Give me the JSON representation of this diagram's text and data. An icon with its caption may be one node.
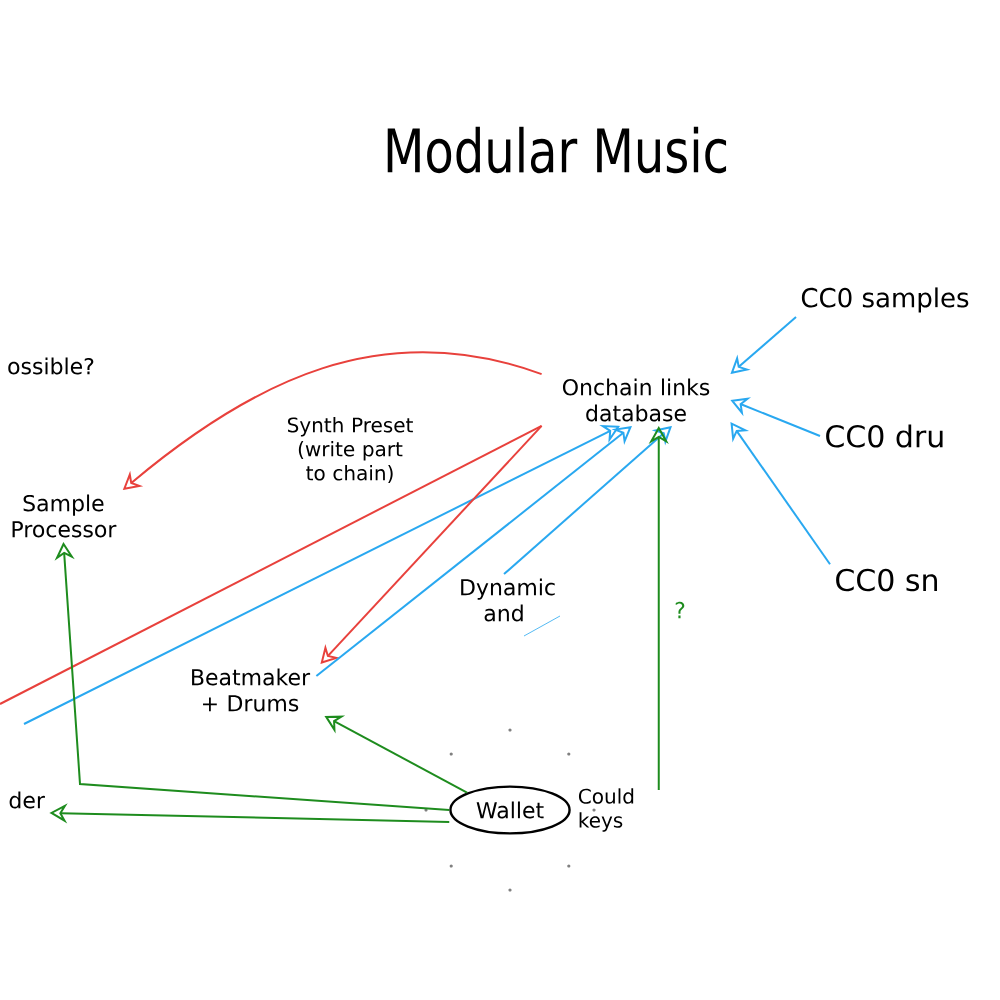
{
  "diagram": {
    "title": "Modular Music",
    "nodes": [
      {
        "text": [
          "Onchain links database"
        ]
      },
      {
        "text": [
          "CC0 samples"
        ]
      },
      {
        "text": [
          "Sample Processor"
        ]
      },
      {
        "text": [
          "CC0 dru"
        ]
      },
      {
        "text": [
          "Dynamic and"
        ]
      },
      {
        "text": [
          "Beatmaker + Drums"
        ]
      },
      {
        "text": [
          "CC0 sn"
        ]
      },
      {
        "text": [
          "der"
        ]
      },
      {
        "text": [
          "Wallet"
        ],
        "beside": [
          "Could keys"
        ]
      }
    ],
    "edges": [
      {
        "from": 0,
        "to": 2,
        "arrow": "to",
        "color": "#e8413c"
      },
      {
        "from": null,
        "to": 0,
        "arrow": "none",
        "color": "#e8413c"
      },
      {
        "from": null,
        "to": 0,
        "arrow": "to"
      },
      {
        "from": 0,
        "to": 5,
        "arrow": "to",
        "color": "#e8413c"
      },
      {
        "from": 5,
        "to": 0,
        "arrow": "to"
      },
      {
        "from": 4,
        "to": 0,
        "arrow": "to"
      },
      {
        "from": 1,
        "to": 0,
        "arrow": "to"
      },
      {
        "from": 3,
        "to": 0,
        "arrow": "to"
      },
      {
        "from": 6,
        "to": 0,
        "arrow": "to"
      },
      {
        "from": 8,
        "to": 0,
        "arrow": "to",
        "label": "?",
        "color": "#1e8c1e"
      },
      {
        "from": 8,
        "to": 5,
        "arrow": "to",
        "color": "#1e8c1e"
      },
      {
        "from": 8,
        "to": 2,
        "arrow": "to",
        "color": "#1e8c1e"
      },
      {
        "from": 8,
        "to": 7,
        "arrow": "to",
        "color": "#1e8c1e"
      }
    ],
    "labels": [
      "ossible?",
      "Synth Preset (write part to chain)"
    ]
  }
}
